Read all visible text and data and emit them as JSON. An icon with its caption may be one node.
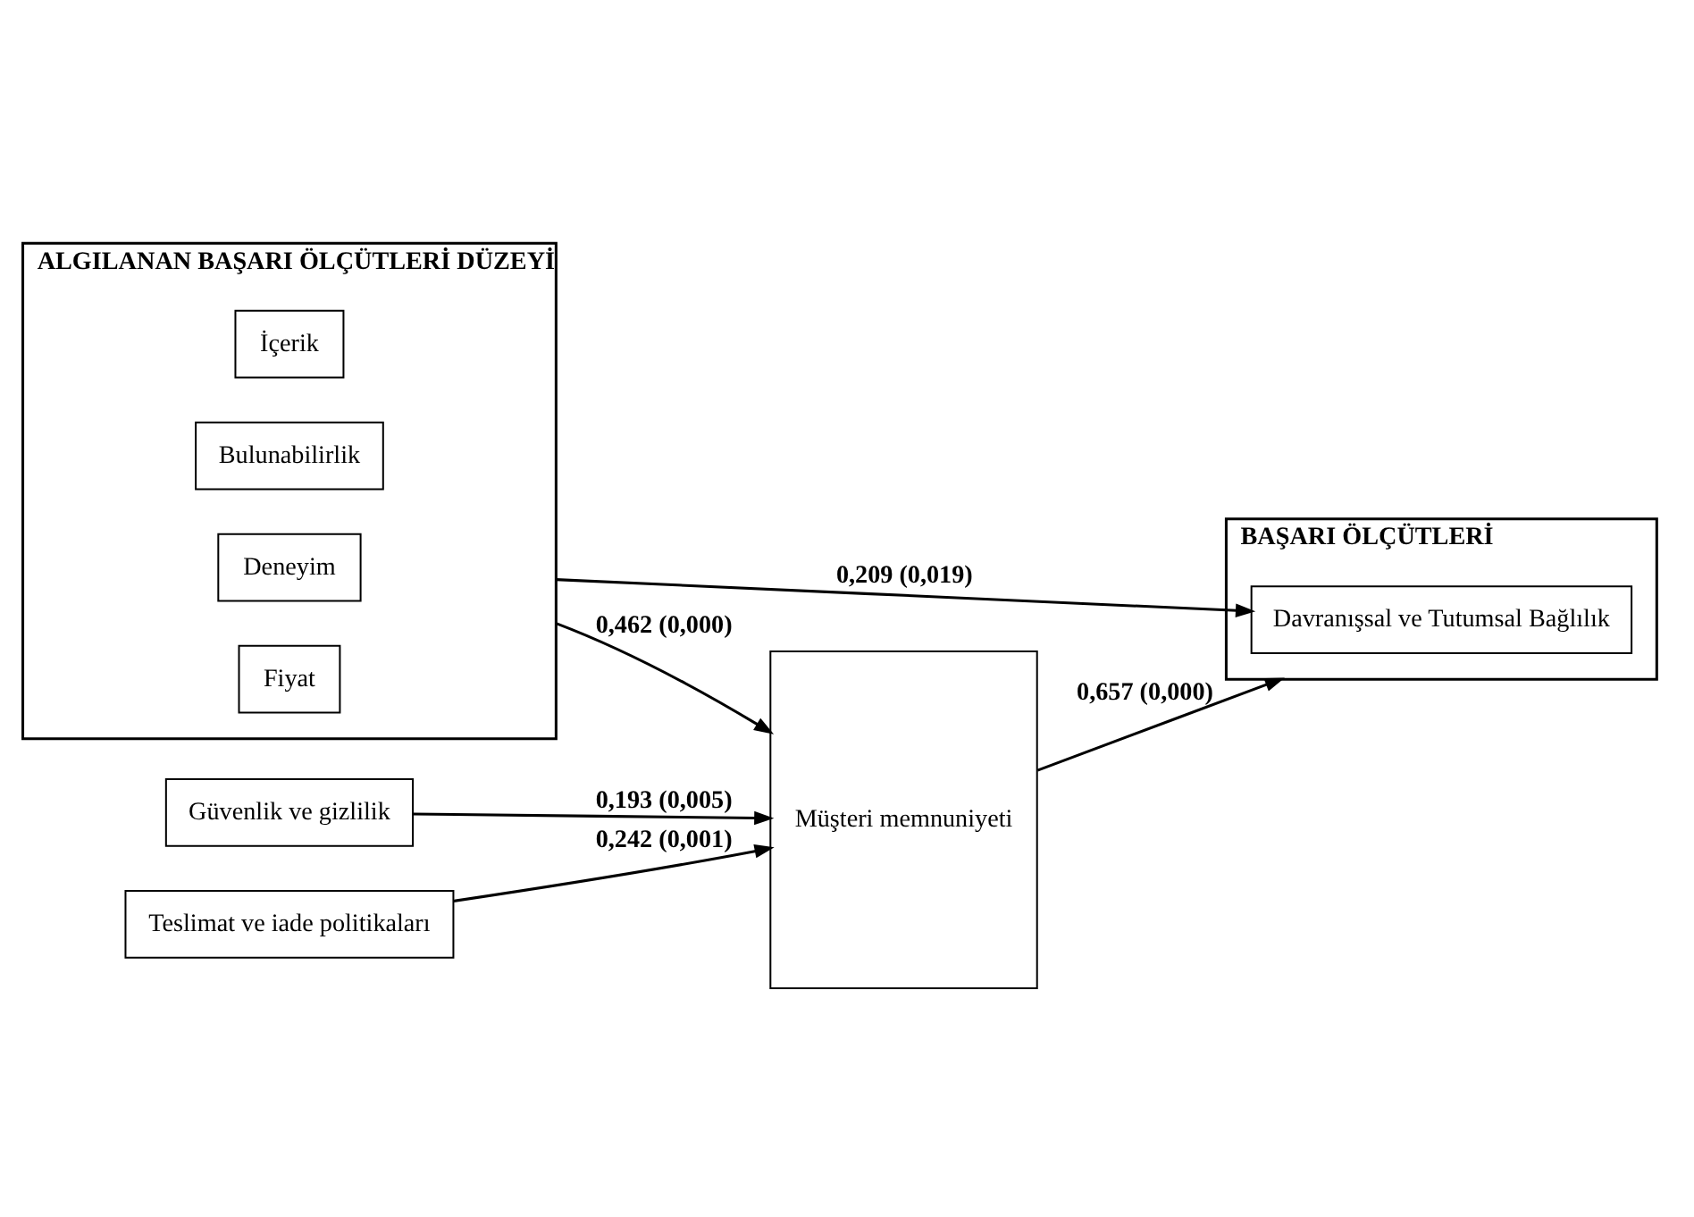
{
  "diagram": {
    "nodes": [
      {
        "text": [
          "ALGILANAN BAŞARI ÖLÇÜTLERİ DÜZEYİ"
        ]
      },
      {
        "text": [
          "İçerik"
        ],
        "in": 0
      },
      {
        "text": [
          "Bulunabilirlik"
        ],
        "in": 0
      },
      {
        "text": [
          "Deneyim"
        ],
        "in": 0
      },
      {
        "text": [
          "Fiyat"
        ],
        "in": 0
      },
      {
        "text": [
          "Güvenlik ve gizlilik"
        ]
      },
      {
        "text": [
          "Teslimat ve iade politikaları"
        ]
      },
      {
        "text": [
          "Müşteri memnuniyeti"
        ]
      },
      {
        "text": [
          "BAŞARI ÖLÇÜTLERİ"
        ]
      },
      {
        "text": [
          "Davranışsal ve Tutumsal Bağlılık"
        ],
        "in": 8
      }
    ],
    "edges": [
      {
        "from": 5,
        "to": 7,
        "arrow": "to",
        "label": "0,193 (0,005)"
      },
      {
        "from": 6,
        "to": 7,
        "arrow": "to",
        "label": "0,242 (0,001)"
      },
      {
        "from": 0,
        "to": 7,
        "arrow": "to",
        "label": "0,462 (0,000)"
      },
      {
        "from": 7,
        "to": 8,
        "arrow": "to",
        "label": "0,657 (0,000)"
      },
      {
        "from": 0,
        "to": 9,
        "arrow": "to",
        "label": "0,209 (0,019)"
      }
    ]
  }
}
